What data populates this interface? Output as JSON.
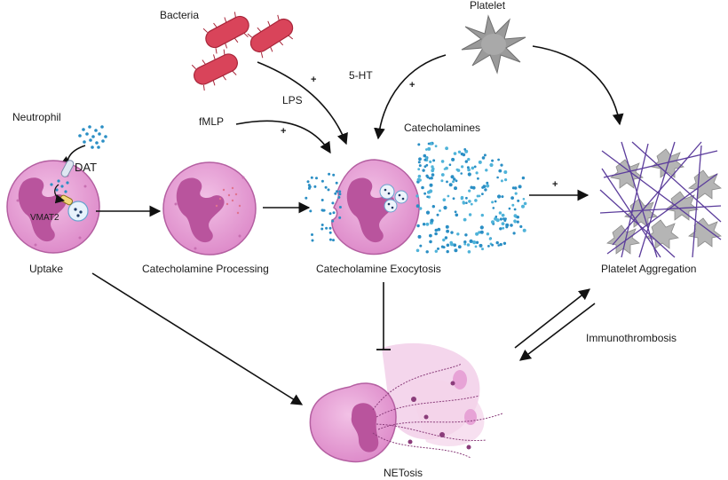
{
  "labels": {
    "bacteria": "Bacteria",
    "platelet": "Platelet",
    "neutrophil": "Neutrophil",
    "dat": "DAT",
    "vmat2": "VMAT2",
    "lps": "LPS",
    "five_ht": "5-HT",
    "fmlp": "fMLP",
    "catecholamines": "Catecholamines",
    "uptake": "Uptake",
    "processing": "Catecholamine Processing",
    "exocytosis": "Catecholamine Exocytosis",
    "aggregation": "Platelet Aggregation",
    "immunothrombosis": "Immunothrombosis",
    "netosis": "NETosis"
  },
  "signs": {
    "lps_plus": "+",
    "ht_plus": "+",
    "fmlp_plus": "+",
    "cat_plus": "+"
  },
  "colors": {
    "cell_fill": "#e7a3d6",
    "cell_edge": "#b45fa1",
    "nucleus": "#b9549d",
    "bacteria": "#d9445a",
    "platelet": "#9a9a9a",
    "dots": "#2a8ec4",
    "fibrin": "#5c3d9c",
    "arrow": "#111111"
  }
}
